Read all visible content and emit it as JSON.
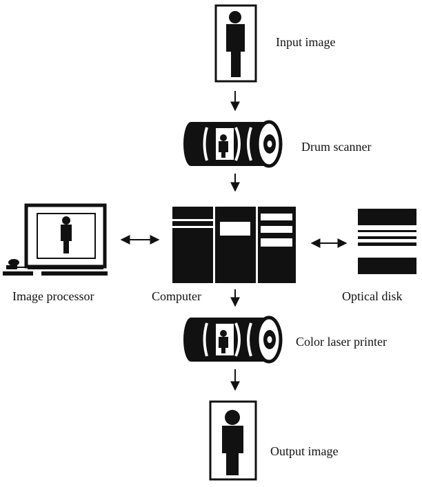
{
  "labels": {
    "input_image": "Input image",
    "drum_scanner": "Drum scanner",
    "image_processor": "Image processor",
    "computer": "Computer",
    "optical_disk": "Optical disk",
    "color_laser_printer": "Color laser printer",
    "output_image": "Output image"
  },
  "colors": {
    "ink": "#111111",
    "paper": "#ffffff"
  }
}
